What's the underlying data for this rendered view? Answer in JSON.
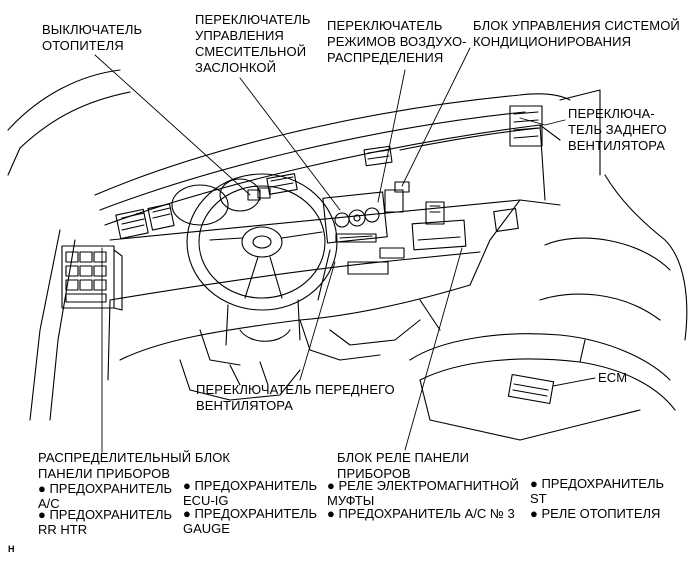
{
  "callouts": {
    "heater_switch": [
      "ВЫКЛЮЧАТЕЛЬ",
      "ОТОПИТЕЛЯ"
    ],
    "mix_damper_switch": [
      "ПЕРЕКЛЮЧАТЕЛЬ",
      "УПРАВЛЕНИЯ",
      "СМЕСИТЕЛЬНОЙ",
      "ЗАСЛОНКОЙ"
    ],
    "air_dist_switch": [
      "ПЕРЕКЛЮЧАТЕЛЬ",
      "РЕЖИМОВ ВОЗДУХО-",
      "РАСПРЕДЕЛЕНИЯ"
    ],
    "ac_control_unit": [
      "БЛОК УПРАВЛЕНИЯ СИСТЕМОЙ",
      "КОНДИЦИОНИРОВАНИЯ"
    ],
    "rear_blower_switch": [
      "ПЕРЕКЛЮЧА-",
      "ТЕЛЬ ЗАДНЕГО",
      "ВЕНТИЛЯТОРА"
    ],
    "ecm": [
      "ECM"
    ],
    "front_blower_switch": [
      "ПЕРЕКЛЮЧАТЕЛЬ ПЕРЕДНЕГО",
      "ВЕНТИЛЯТОРА"
    ],
    "junction_block": [
      "РАСПРЕДЕЛИТЕЛЬНЫЙ БЛОК",
      "ПАНЕЛИ ПРИБОРОВ"
    ],
    "relay_block": [
      "БЛОК РЕЛЕ ПАНЕЛИ",
      "ПРИБОРОВ"
    ]
  },
  "bullets": {
    "b1": [
      "● ПРЕДОХРАНИТЕЛЬ",
      "A/C"
    ],
    "b2": [
      "● ПРЕДОХРАНИТЕЛЬ",
      "ECU-IG"
    ],
    "b3": [
      "● РЕЛЕ ЭЛЕКТРОМАГНИТНОЙ",
      "МУФТЫ"
    ],
    "b4": [
      "● ПРЕДОХРАНИТЕЛЬ",
      "ST"
    ],
    "b5": [
      "● ПРЕДОХРАНИТЕЛЬ",
      "RR HTR"
    ],
    "b6": [
      "● ПРЕДОХРАНИТЕЛЬ",
      "GAUGE"
    ],
    "b7": [
      "● ПРЕДОХРАНИТЕЛЬ A/C № 3"
    ],
    "b8": [
      "● РЕЛЕ ОТОПИТЕЛЯ"
    ]
  },
  "corner_mark": "H",
  "colors": {
    "line": "#000000",
    "background": "#ffffff"
  }
}
